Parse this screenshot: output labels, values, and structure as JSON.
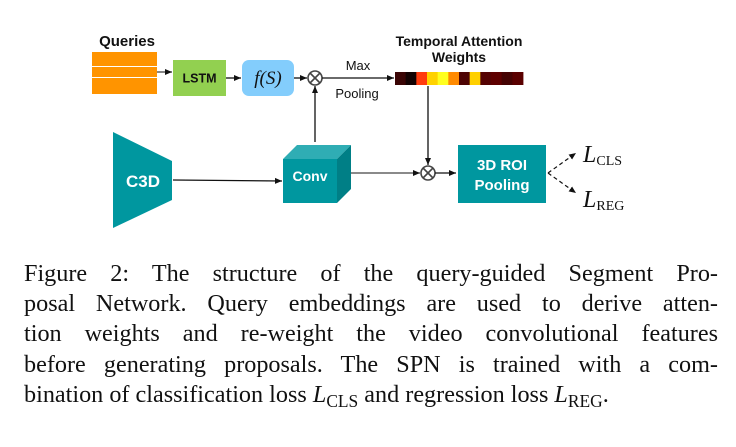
{
  "diagram": {
    "queries_label": "Queries",
    "lstm_label": "LSTM",
    "fs_label": "f(S)",
    "max_pooling_line1": "Max",
    "max_pooling_line2": "Pooling",
    "temporal_attention_line1": "Temporal Attention",
    "temporal_attention_line2": "Weights",
    "attention_cells": [
      "#3a0505",
      "#130303",
      "#ff3c0e",
      "#ffd200",
      "#ffff20",
      "#ff8a00",
      "#4e0404",
      "#ffd000",
      "#550303",
      "#5e0000",
      "#450303",
      "#5a0000"
    ],
    "c3d_label": "C3D",
    "conv_label": "Conv",
    "roi_line1": "3D ROI",
    "roi_line2": "Pooling",
    "loss_cls_symbol": "L",
    "loss_cls_sub": "CLS",
    "loss_reg_symbol": "L",
    "loss_reg_sub": "REG",
    "colors": {
      "queries": "#ff9400",
      "lstm": "#92d050",
      "fs": "#83cdfc",
      "teal": "#00979f",
      "teal_top": "#2fadb4",
      "teal_side": "#007f86"
    }
  },
  "caption": {
    "line1": "Figure 2:  The structure of the query-guided Segment Pro-",
    "line2": "posal Network. Query embeddings are used to derive atten-",
    "line3": "tion weights and re-weight the video convolutional features",
    "line4": "before generating proposals. The SPN is trained with a com-",
    "line5_a": "bination of classification loss ",
    "line5_sym1": "L",
    "line5_sub1": "CLS",
    "line5_b": " and regression loss ",
    "line5_sym2": "L",
    "line5_sub2": "REG",
    "line5_c": "."
  }
}
